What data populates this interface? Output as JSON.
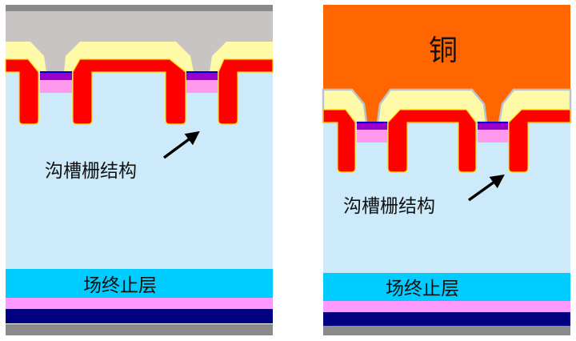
{
  "left_panel": {
    "trench_label": "沟槽栅结构",
    "field_stop_label": "场终止层"
  },
  "right_panel": {
    "metal_label": "铜",
    "trench_label": "沟槽栅结构",
    "field_stop_label": "场终止层"
  },
  "colors": {
    "gray_metal": "#c8c4c4",
    "top_gray": "#8a8a8a",
    "copper": "#ff6600",
    "oxide_yellow": "#fffaa8",
    "poly_red": "#ff0000",
    "drift_blue": "#cdeafa",
    "field_stop_cyan": "#00ccff",
    "collector_pink": "#ff99ff",
    "body_purple": "#9900cc",
    "backmetal_navy": "#000080"
  }
}
